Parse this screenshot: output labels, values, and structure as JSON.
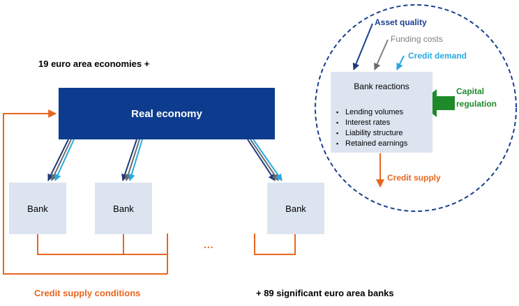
{
  "header": "19 euro area economies +",
  "real_economy": "Real economy",
  "banks": [
    "Bank",
    "Bank",
    "Bank"
  ],
  "ellipsis": "...",
  "footer": {
    "left": "Credit supply conditions",
    "right": "+ 89 significant euro area banks"
  },
  "reactions": {
    "title": "Bank reactions",
    "items": [
      "Lending volumes",
      "Interest rates",
      "Liability structure",
      "Retained earnings"
    ]
  },
  "factors": {
    "asset_quality": "Asset quality",
    "funding_costs": "Funding costs",
    "credit_demand": "Credit demand",
    "capital_regulation": "Capital regulation"
  },
  "credit_supply": "Credit supply",
  "colors": {
    "navy": "#0d3c8e",
    "box_fill": "#dce4f0",
    "orange": "#e8661f",
    "green": "#1e8a2a",
    "cyan": "#29a8e0",
    "grey": "#808080",
    "dark_blue": "#1a3f8f"
  }
}
